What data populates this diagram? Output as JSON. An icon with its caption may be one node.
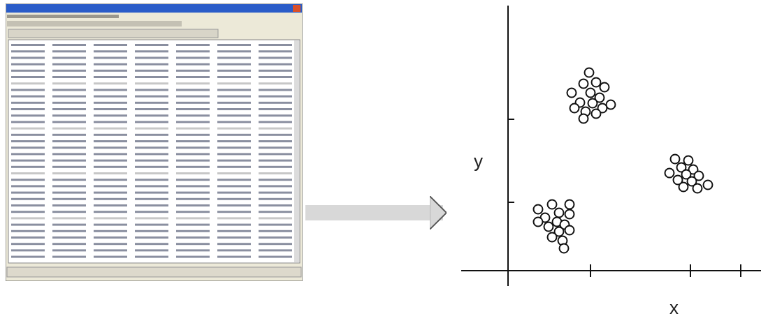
{
  "diagram": {
    "nodes": [
      {
        "text": [],
        "shape": "picture"
      },
      {
        "text": [],
        "shape": "picture"
      }
    ],
    "edges": [
      {
        "from": 0,
        "to": 1,
        "arrow": "to"
      }
    ],
    "labels": [
      "y",
      "x"
    ]
  }
}
